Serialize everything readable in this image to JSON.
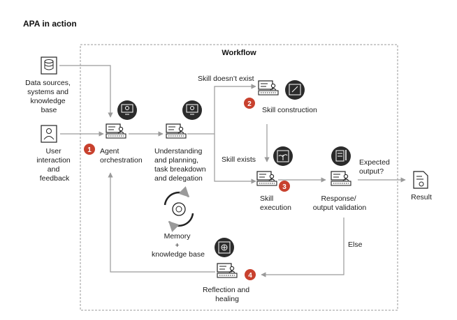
{
  "title": "APA in action",
  "workflow_label": "Workflow",
  "inputs": {
    "data_sources": [
      "Data sources,",
      "systems and",
      "knowledge",
      "base"
    ],
    "user": [
      "User",
      "interaction",
      "and",
      "feedback"
    ]
  },
  "steps": {
    "agent": {
      "number": "1",
      "lines": [
        "Agent",
        "orchestration"
      ]
    },
    "understanding": {
      "lines": [
        "Understanding",
        "and planning,",
        "task breakdown",
        "and delegation"
      ]
    },
    "skill_construction": {
      "number": "2",
      "lines": [
        "Skill construction"
      ]
    },
    "skill_execution": {
      "number": "3",
      "lines": [
        "Skill",
        "execution"
      ]
    },
    "response": {
      "lines": [
        "Response/",
        "output validation"
      ]
    },
    "reflection": {
      "number": "4",
      "lines": [
        "Reflection and",
        "healing"
      ]
    }
  },
  "memory": {
    "lines": [
      "Memory",
      "+",
      "knowledge base"
    ]
  },
  "edge_labels": {
    "skill_not_exist": "Skill doesn’t exist",
    "skill_exists": "Skill exists",
    "expected_output": [
      "Expected",
      "output?"
    ],
    "else": "Else"
  },
  "result": "Result",
  "colors": {
    "accent": "#c8412e",
    "dark": "#2b2b2b",
    "arrow": "#9a9a9a",
    "frame": "#9a9a9a"
  }
}
